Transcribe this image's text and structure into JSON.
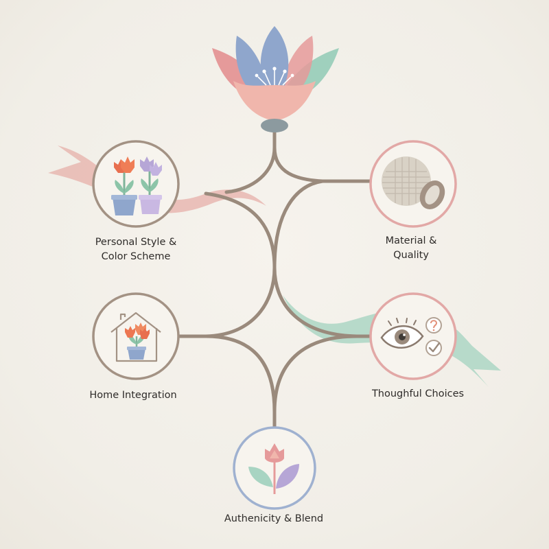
{
  "colors": {
    "background": "#f2efe8",
    "connector": "#9a8a7c",
    "ring_pink": "#e2a8a6",
    "ring_taupe": "#a39284",
    "ring_blue": "#9fb1d0",
    "ribbon_pink": "#e7b2ac",
    "ribbon_mint": "#a8d4c2",
    "petal_blue": "#8fa6cc",
    "petal_pink": "#e59a9a",
    "petal_mint": "#9fd0bd",
    "petal_peach": "#f0b6ac"
  },
  "diagram": {
    "center_icon": "lotus-flower-icon",
    "nodes": [
      {
        "id": "personal",
        "label_lines": [
          "Personal Style &",
          "Color Scheme"
        ],
        "icon": "potted-tulips-icon",
        "ring_color": "taupe"
      },
      {
        "id": "material",
        "label_lines": [
          "Material &",
          "Quality"
        ],
        "icon": "fabric-swatch-icon",
        "ring_color": "pink"
      },
      {
        "id": "home",
        "label_lines": [
          "Home Integration"
        ],
        "icon": "house-plant-icon",
        "ring_color": "taupe"
      },
      {
        "id": "thoughtful",
        "label_lines": [
          "Thoughful Choices"
        ],
        "icon": "eye-question-check-icon",
        "ring_color": "pink"
      },
      {
        "id": "authenticity",
        "label_lines": [
          "Authenicity & Blend"
        ],
        "icon": "tulip-leaves-icon",
        "ring_color": "blue"
      }
    ]
  }
}
